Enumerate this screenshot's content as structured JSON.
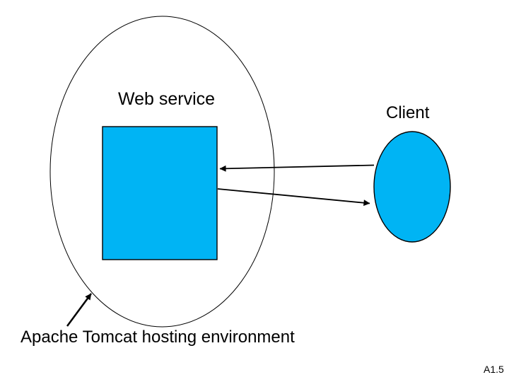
{
  "slide": {
    "labels": {
      "web_service": "Web service",
      "client": "Client",
      "hosting_environment": "Apache Tomcat hosting environment",
      "slide_number": "A1.5"
    },
    "colors": {
      "shape_fill": "#00B4F4",
      "shape_outline": "#000000",
      "connector": "#000000",
      "background": "#FFFFFF",
      "text": "#000000"
    },
    "shapes": [
      {
        "name": "hosting-environment-boundary",
        "type": "ellipse",
        "fill": "none",
        "label": "Apache Tomcat hosting environment"
      },
      {
        "name": "web-service-box",
        "type": "rectangle",
        "fill": "#00B4F4",
        "label": "Web service"
      },
      {
        "name": "client-node",
        "type": "ellipse",
        "fill": "#00B4F4",
        "label": "Client"
      }
    ],
    "connectors": [
      {
        "name": "client-to-service-arrow",
        "from": "client-node",
        "to": "web-service-box",
        "arrowhead": "end"
      },
      {
        "name": "service-to-client-arrow",
        "from": "web-service-box",
        "to": "client-node",
        "arrowhead": "end"
      },
      {
        "name": "hosting-label-pointer",
        "from": "hosting_environment-label",
        "to": "hosting-environment-boundary",
        "arrowhead": "end"
      }
    ]
  }
}
